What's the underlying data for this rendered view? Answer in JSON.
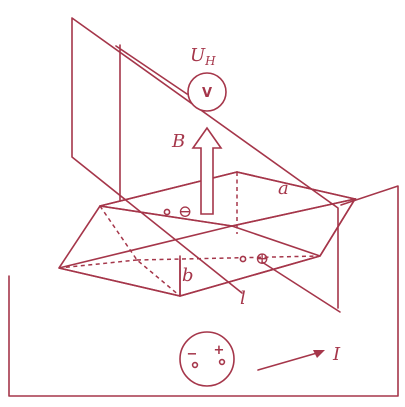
{
  "labels": {
    "voltage_main": "U",
    "voltage_sub": "H",
    "voltmeter": "V",
    "field": "B",
    "width": "a",
    "thickness": "b",
    "length": "l",
    "current": "I"
  },
  "terminals": {
    "negative": "⊖",
    "positive": "⊕"
  },
  "source": {
    "minus": "−",
    "plus": "+"
  },
  "colors": {
    "ink": "#a5364a",
    "background": "#ffffff"
  }
}
